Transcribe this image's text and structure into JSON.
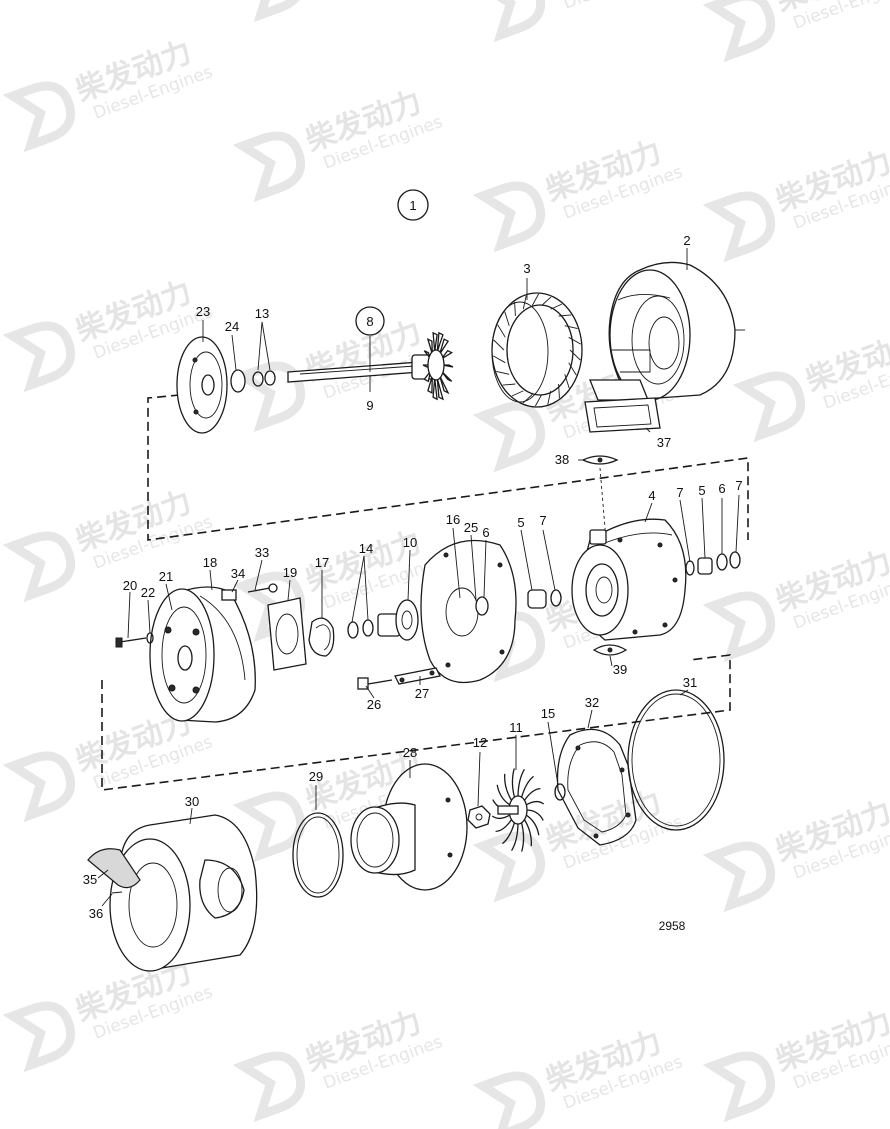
{
  "watermark": {
    "brand": "柴发动力",
    "sub": "Diesel-Engines"
  },
  "callouts": {
    "c1": "1",
    "c2": "2",
    "c3": "3",
    "c4": "4",
    "c5a": "5",
    "c5b": "5",
    "c6a": "6",
    "c6b": "6",
    "c7a": "7",
    "c7b": "7",
    "c7c": "7",
    "c8": "8",
    "c9": "9",
    "c10": "10",
    "c11": "11",
    "c12": "12",
    "c13": "13",
    "c14": "14",
    "c15": "15",
    "c16": "16",
    "c17": "17",
    "c18": "18",
    "c19": "19",
    "c20": "20",
    "c21": "21",
    "c22": "22",
    "c23": "23",
    "c24": "24",
    "c25": "25",
    "c26": "26",
    "c27": "27",
    "c28": "28",
    "c29": "29",
    "c30": "30",
    "c31": "31",
    "c32": "32",
    "c33": "33",
    "c34": "34",
    "c35": "35",
    "c36": "36",
    "c37": "37",
    "c38": "38",
    "c39": "39"
  },
  "drawing_number": "2958"
}
